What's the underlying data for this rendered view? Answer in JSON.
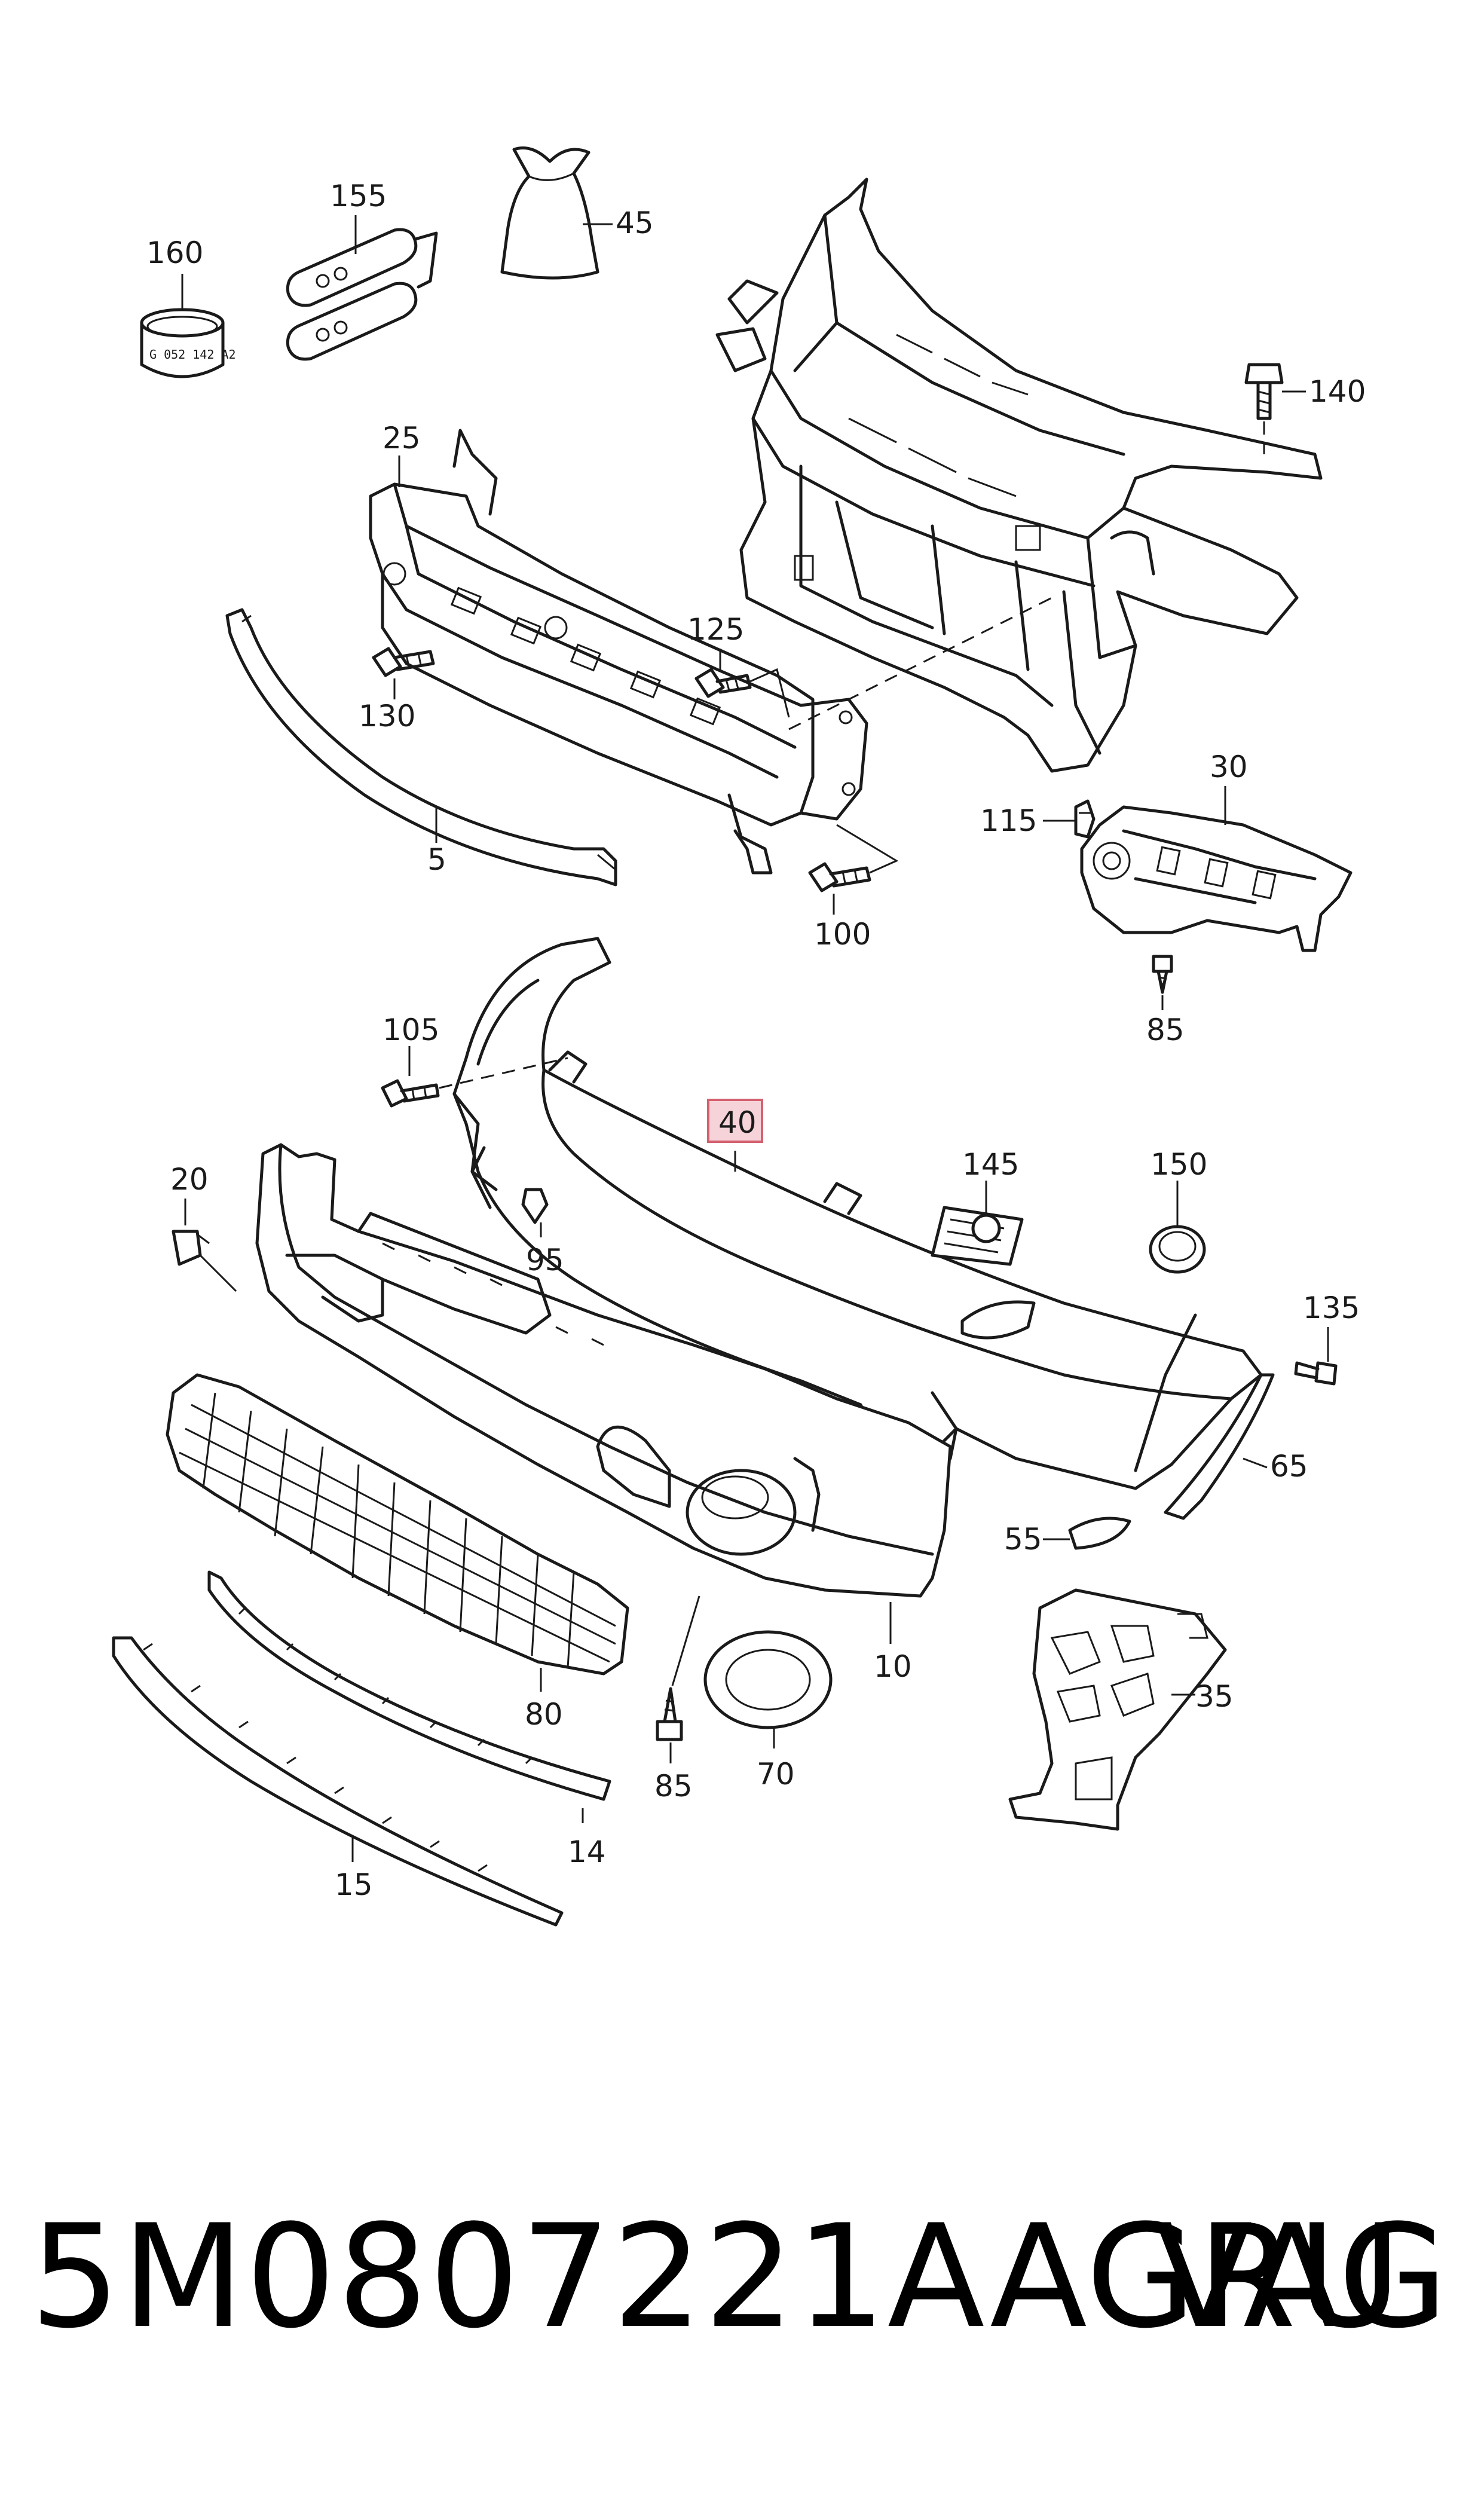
{
  "callouts": {
    "c160": "160",
    "c155": "155",
    "c45": "45",
    "c140": "140",
    "c25": "25",
    "c125": "125",
    "c130": "130",
    "c5": "5",
    "c100": "100",
    "c30": "30",
    "c115": "115",
    "c85_top": "85",
    "c105": "105",
    "c40": "40",
    "c20": "20",
    "c95": "95",
    "c145": "145",
    "c150": "150",
    "c135": "135",
    "c65": "65",
    "c55": "55",
    "c10": "10",
    "c35": "35",
    "c80": "80",
    "c85_bottom": "85",
    "c70": "70",
    "c14": "14",
    "c15": "15"
  },
  "highlighted_callout": "40",
  "highlight_color": "#f6d3d8",
  "ring_stamp": "G 052 142 A2",
  "footer": {
    "part_number": "5M0807221AAGRU",
    "brand": "VAG"
  }
}
